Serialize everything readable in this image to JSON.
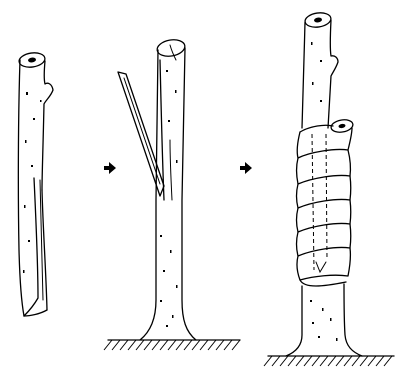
{
  "diagram": {
    "panels": [
      {
        "id": "panel-1",
        "depicts": "scion",
        "icon": "scion-icon"
      },
      {
        "id": "panel-2",
        "depicts": "rootstock-with-cleft-cut",
        "icon": "rootstock-icon"
      },
      {
        "id": "panel-3",
        "depicts": "grafted-and-wrapped",
        "icon": "grafted-tree-icon"
      }
    ],
    "arrows": [
      {
        "icon": "arrow-right-icon"
      },
      {
        "icon": "arrow-right-icon"
      }
    ],
    "colors": {
      "ink": "#000000",
      "paper": "#ffffff"
    }
  }
}
